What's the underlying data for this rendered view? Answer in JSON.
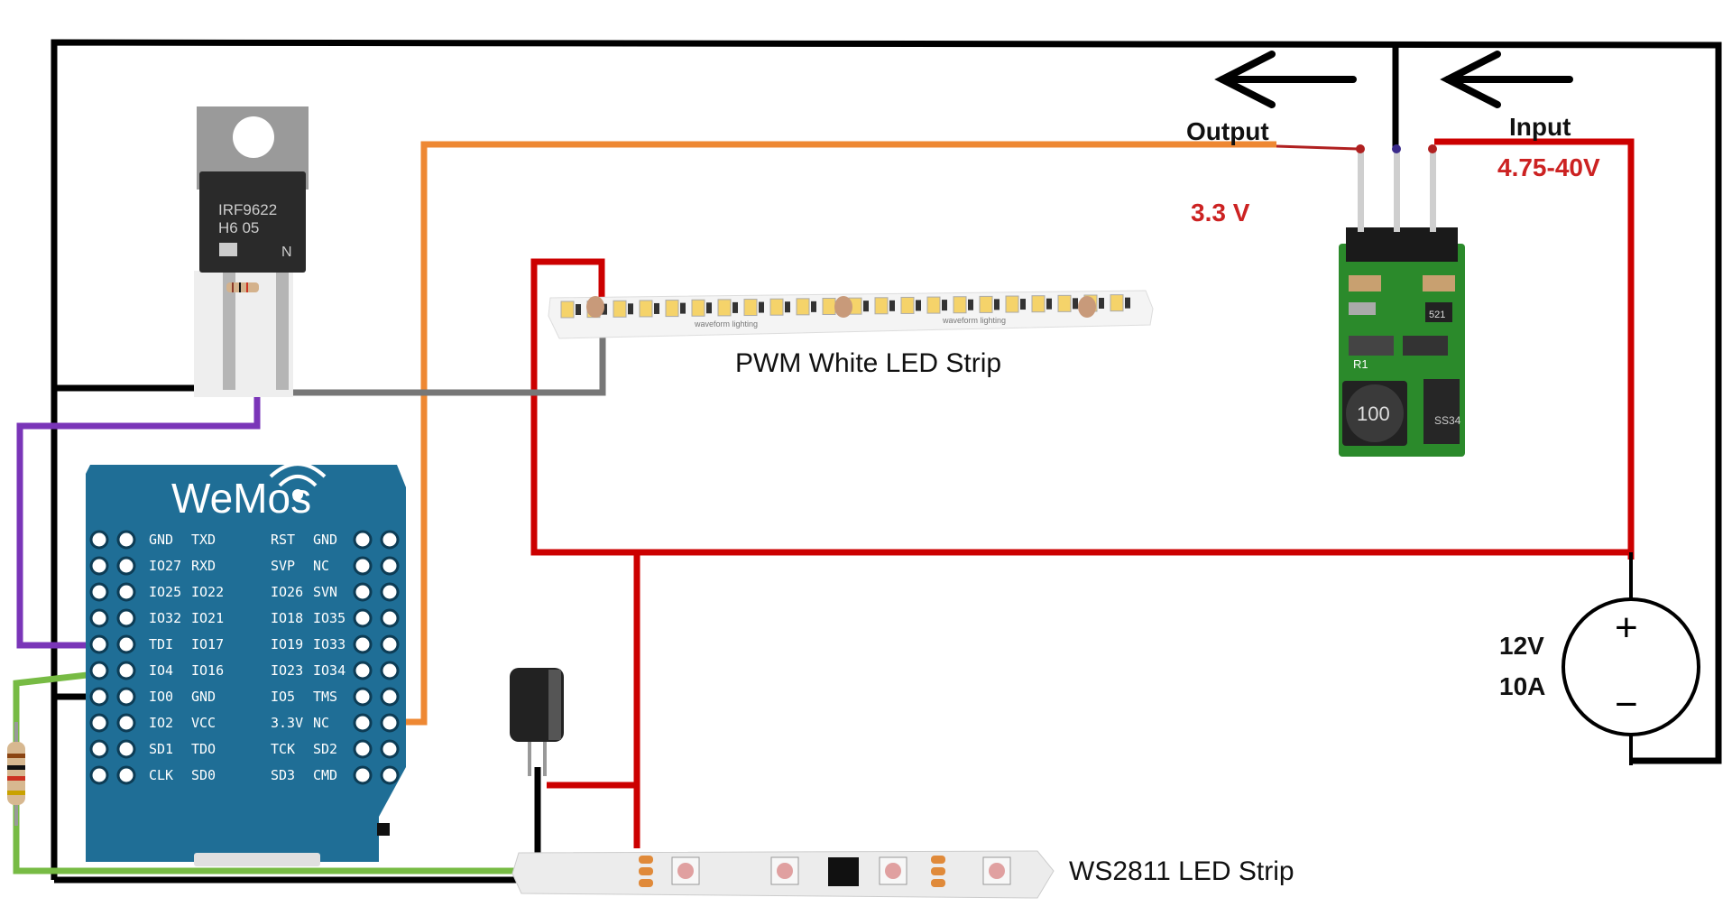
{
  "colors": {
    "wire_black": "#000000",
    "wire_red": "#cc0000",
    "wire_orange": "#ee8833",
    "wire_gray": "#777777",
    "wire_purple": "#7a35b8",
    "wire_green": "#77bb44",
    "board_blue": "#1f6e96",
    "pcb_green": "#2b8a2b",
    "accent_red_text": "#cc2222"
  },
  "mosfet": {
    "marking_line1": "IRF9622",
    "marking_line2": "H6   05",
    "marking_line3": "N"
  },
  "regulator": {
    "output_label": "Output",
    "input_label": "Input",
    "output_voltage": "3.3 V",
    "input_range": "4.75-40V",
    "inductor_marking": "100",
    "diode_marking": "SS34",
    "resistor_marking": "R1",
    "cap_marking": "521"
  },
  "white_strip": {
    "label": "PWM White LED Strip",
    "brand": "waveform lighting"
  },
  "ws2811": {
    "label": "WS2811 LED Strip"
  },
  "power_supply": {
    "voltage": "12V",
    "current": "10A",
    "plus": "+",
    "minus": "−"
  },
  "wemos": {
    "logo": "WeMos",
    "left_pins": [
      [
        "GND",
        "TXD"
      ],
      [
        "IO27",
        "RXD"
      ],
      [
        "IO25",
        "IO22"
      ],
      [
        "IO32",
        "IO21"
      ],
      [
        "TDI",
        "IO17"
      ],
      [
        "IO4",
        "IO16"
      ],
      [
        "IO0",
        "GND"
      ],
      [
        "IO2",
        "VCC"
      ],
      [
        "SD1",
        "TDO"
      ],
      [
        "CLK",
        "SD0"
      ]
    ],
    "right_pins": [
      [
        "RST",
        "GND"
      ],
      [
        "SVP",
        "NC"
      ],
      [
        "IO26",
        "SVN"
      ],
      [
        "IO18",
        "IO35"
      ],
      [
        "IO19",
        "IO33"
      ],
      [
        "IO23",
        "IO34"
      ],
      [
        "IO5",
        "TMS"
      ],
      [
        "3.3V",
        "NC"
      ],
      [
        "TCK",
        "SD2"
      ],
      [
        "SD3",
        "CMD"
      ]
    ]
  }
}
